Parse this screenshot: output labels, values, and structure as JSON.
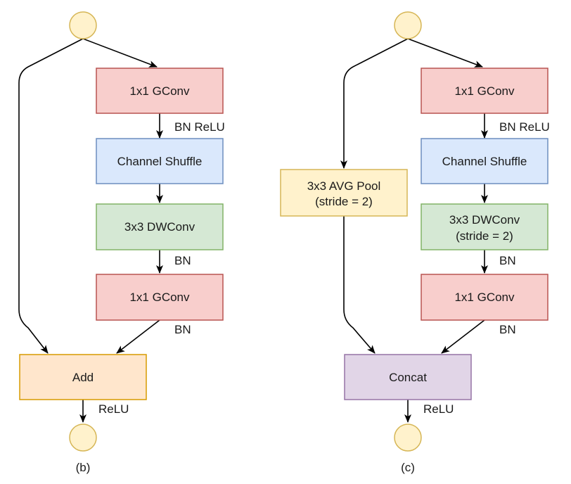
{
  "colors": {
    "red_fill": "#f8cecc",
    "red_stroke": "#b85450",
    "blue_fill": "#dae8fc",
    "blue_stroke": "#6c8ebf",
    "green_fill": "#d5e8d4",
    "green_stroke": "#82b366",
    "orange_fill": "#ffe6cc",
    "orange_stroke": "#d79b00",
    "yellow_fill": "#fff2cc",
    "yellow_stroke": "#d6b656",
    "purple_fill": "#e1d5e7",
    "purple_stroke": "#9673a6",
    "edge": "#000000"
  },
  "diagram_b": {
    "gconv1": "1x1 GConv",
    "label_bn_relu": "BN ReLU",
    "shuffle": "Channel Shuffle",
    "dwconv": "3x3 DWConv",
    "label_bn_1": "BN",
    "gconv2": "1x1 GConv",
    "label_bn_2": "BN",
    "add": "Add",
    "label_relu": "ReLU",
    "caption": "(b)"
  },
  "diagram_c": {
    "gconv1": "1x1 GConv",
    "label_bn_relu": "BN ReLU",
    "shuffle": "Channel Shuffle",
    "avgpool_line1": "3x3 AVG Pool",
    "avgpool_line2": "(stride = 2)",
    "dwconv_line1": "3x3 DWConv",
    "dwconv_line2": "(stride = 2)",
    "label_bn_1": "BN",
    "gconv2": "1x1 GConv",
    "label_bn_2": "BN",
    "concat": "Concat",
    "label_relu": "ReLU",
    "caption": "(c)"
  }
}
